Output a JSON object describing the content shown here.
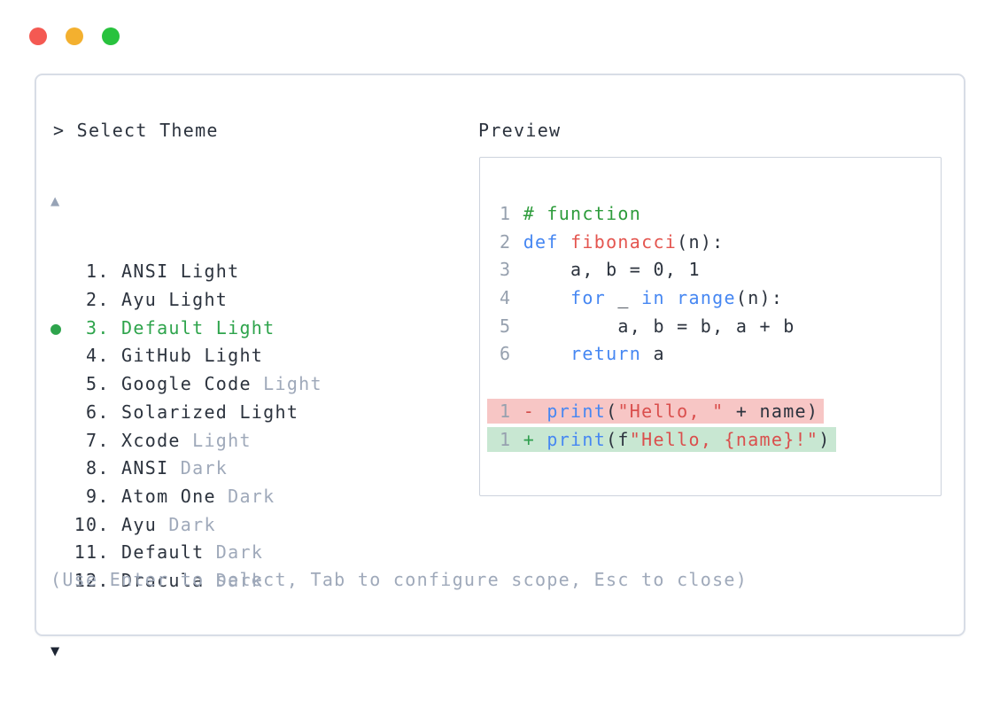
{
  "window_controls": [
    {
      "name": "close",
      "color": "#f45952"
    },
    {
      "name": "minimize",
      "color": "#f3b02f"
    },
    {
      "name": "zoom",
      "color": "#28c23e"
    }
  ],
  "prompt": "> Select Theme",
  "theme_list": {
    "scroll_up_glyph": "▲",
    "scroll_down_glyph": "▼",
    "selected_marker": "●",
    "items": [
      {
        "num": 1,
        "name": "ANSI Light",
        "muted_suffix": "",
        "selected": false
      },
      {
        "num": 2,
        "name": "Ayu Light",
        "muted_suffix": "",
        "selected": false
      },
      {
        "num": 3,
        "name": "Default Light",
        "muted_suffix": "",
        "selected": true
      },
      {
        "num": 4,
        "name": "GitHub Light",
        "muted_suffix": "",
        "selected": false
      },
      {
        "num": 5,
        "name": "Google Code",
        "muted_suffix": "Light",
        "selected": false
      },
      {
        "num": 6,
        "name": "Solarized Light",
        "muted_suffix": "",
        "selected": false
      },
      {
        "num": 7,
        "name": "Xcode",
        "muted_suffix": "Light",
        "selected": false
      },
      {
        "num": 8,
        "name": "ANSI",
        "muted_suffix": "Dark",
        "selected": false
      },
      {
        "num": 9,
        "name": "Atom One",
        "muted_suffix": "Dark",
        "selected": false
      },
      {
        "num": 10,
        "name": "Ayu",
        "muted_suffix": "Dark",
        "selected": false
      },
      {
        "num": 11,
        "name": "Default",
        "muted_suffix": "Dark",
        "selected": false
      },
      {
        "num": 12,
        "name": "Dracula",
        "muted_suffix": "Dark",
        "selected": false
      }
    ]
  },
  "preview": {
    "title": "Preview",
    "code_lines": [
      {
        "ln": "1",
        "diff": null,
        "tokens": [
          [
            "cm",
            "# function"
          ]
        ]
      },
      {
        "ln": "2",
        "diff": null,
        "tokens": [
          [
            "kw",
            "def"
          ],
          [
            "pl",
            " "
          ],
          [
            "fn",
            "fibonacci"
          ],
          [
            "pl",
            "(n):"
          ]
        ]
      },
      {
        "ln": "3",
        "diff": null,
        "tokens": [
          [
            "pl",
            "    a, b = 0, 1"
          ]
        ]
      },
      {
        "ln": "4",
        "diff": null,
        "tokens": [
          [
            "pl",
            "    "
          ],
          [
            "kw",
            "for"
          ],
          [
            "pl",
            " _ "
          ],
          [
            "kw",
            "in"
          ],
          [
            "pl",
            " "
          ],
          [
            "kw",
            "range"
          ],
          [
            "pl",
            "(n):"
          ]
        ]
      },
      {
        "ln": "5",
        "diff": null,
        "tokens": [
          [
            "pl",
            "        a, b = b, a + b"
          ]
        ]
      },
      {
        "ln": "6",
        "diff": null,
        "tokens": [
          [
            "pl",
            "    "
          ],
          [
            "kw",
            "return"
          ],
          [
            "pl",
            " a"
          ]
        ]
      },
      {
        "ln": "",
        "diff": null,
        "tokens": []
      },
      {
        "ln": "1",
        "diff": "del",
        "sign": "-",
        "tokens": [
          [
            "kw",
            "print"
          ],
          [
            "pl",
            "("
          ],
          [
            "str",
            "\"Hello, \""
          ],
          [
            "pl",
            " + name)"
          ]
        ]
      },
      {
        "ln": "1",
        "diff": "add",
        "sign": "+",
        "tokens": [
          [
            "kw",
            "print"
          ],
          [
            "pl",
            "(f"
          ],
          [
            "str",
            "\"Hello, {name}!\""
          ],
          [
            "pl",
            ")"
          ]
        ]
      }
    ]
  },
  "footer_hint": "(Use Enter to select, Tab to configure scope, Esc to close)",
  "colors": {
    "text": "#2c333e",
    "muted": "#9fa9ba",
    "selected": "#2ea44c",
    "scroll-up": "#97a3b6",
    "scroll-down": "#1d2533",
    "line-number": "#97a1af",
    "keyword": "#4687f2",
    "function": "#e4554f",
    "string": "#da4f4d",
    "comment": "#2e9c3c",
    "del-sign": "#d24b48",
    "add-sign": "#2f9e4e",
    "del-bg": "#f7c6c5",
    "add-bg": "#c8e7d2",
    "panel-border": "#d8dde6",
    "preview-border": "#cdd3dd"
  }
}
